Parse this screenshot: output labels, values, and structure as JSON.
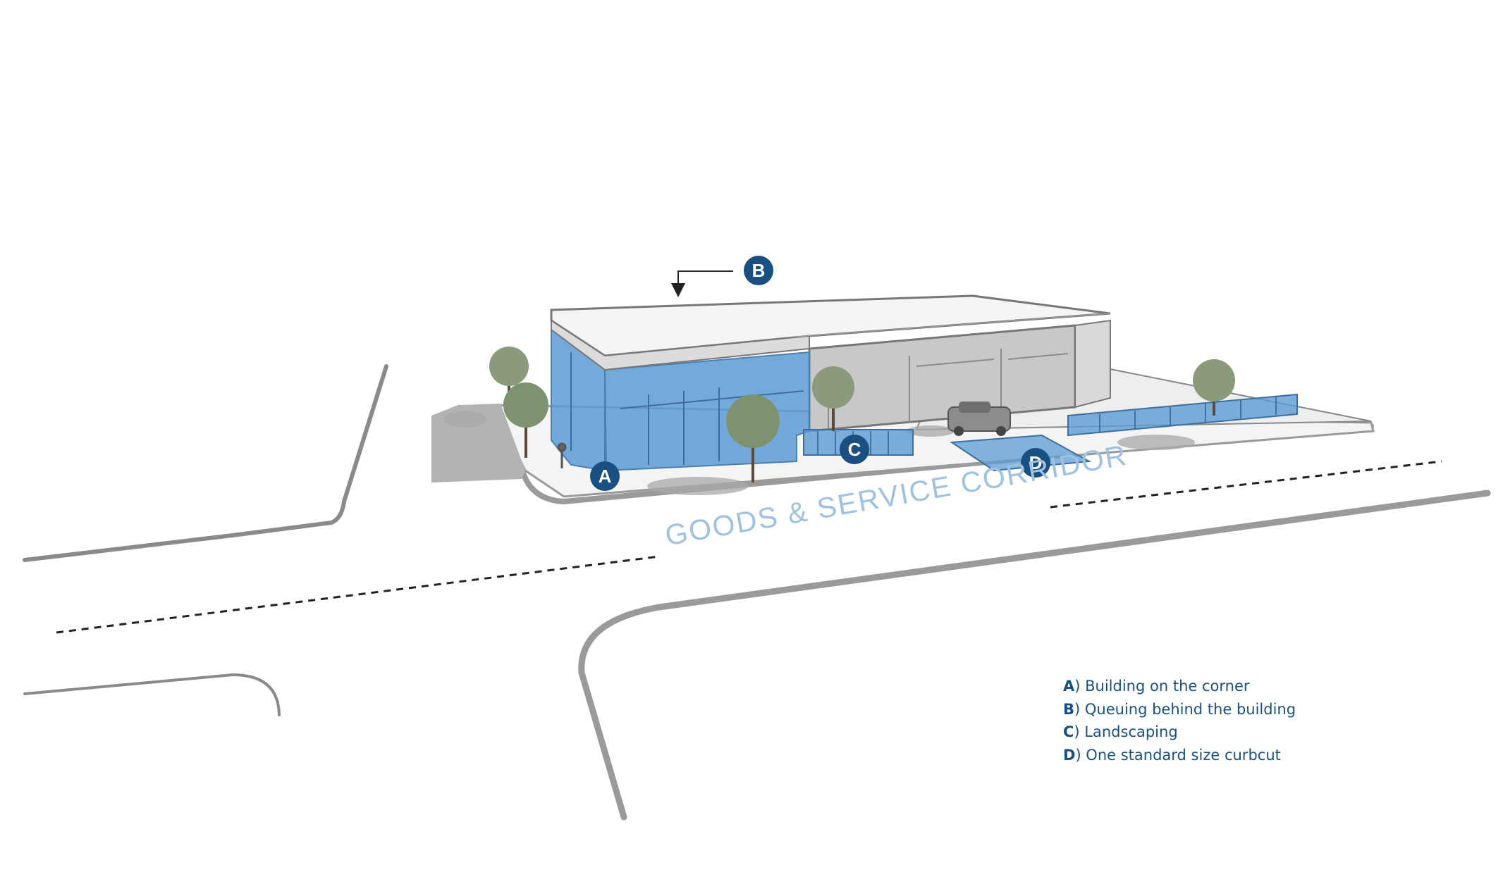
{
  "corridor_label": "GOODS & SERVICE CORRIDOR",
  "markers": [
    {
      "letter": "A"
    },
    {
      "letter": "B"
    },
    {
      "letter": "C"
    },
    {
      "letter": "D"
    }
  ],
  "legend": [
    {
      "key": "A",
      "text": ") Building on the corner"
    },
    {
      "key": "B",
      "text": ") Queuing behind the building"
    },
    {
      "key": "C",
      "text": ") Landscaping"
    },
    {
      "key": "D",
      "text": ") One standard size curbcut"
    }
  ],
  "colors": {
    "marker_fill": "#1a4f82",
    "highlight_blue": "#5b9bd5",
    "corridor_text": "#9fc2e0",
    "building_gray": "#c8c8c8",
    "road_edge": "#8a8a8a"
  }
}
